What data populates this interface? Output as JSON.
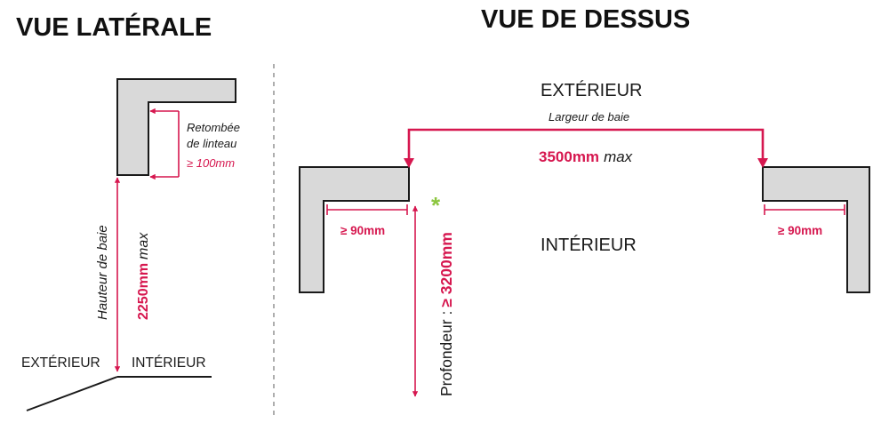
{
  "colors": {
    "accent": "#d6174f",
    "asterisk": "#8cc63f",
    "wall_fill": "#d9d9d9",
    "ink": "#1a1a1a"
  },
  "side_view": {
    "title": "VUE LATÉRALE",
    "lintel_label_1": "Retombée",
    "lintel_label_2": "de linteau",
    "lintel_value": "≥ 100mm",
    "height_label": "Hauteur de baie",
    "height_value_bold": "2250mm",
    "height_value_unit": "max",
    "exterior": "EXTÉRIEUR",
    "interior": "INTÉRIEUR"
  },
  "top_view": {
    "title": "VUE DE DESSUS",
    "exterior": "EXTÉRIEUR",
    "interior": "INTÉRIEUR",
    "width_label": "Largeur de baie",
    "width_value_bold": "3500mm",
    "width_value_unit": "max",
    "left_return": "≥ 90mm",
    "right_return": "≥ 90mm",
    "depth_label": "Profondeur :",
    "depth_value": "≥ 3200mm",
    "asterisk": "*"
  }
}
